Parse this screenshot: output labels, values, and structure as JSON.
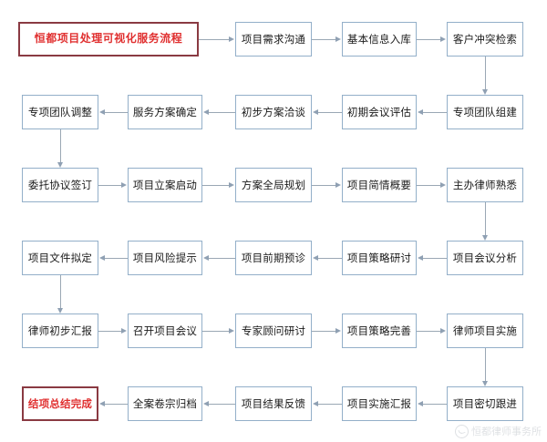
{
  "diagram": {
    "title_node": {
      "label": "恒都项目处理可视化服务流程",
      "accent": true
    },
    "end_node": {
      "label": "结项总结完成",
      "accent": true
    },
    "rows": [
      {
        "index": 1,
        "direction": "left-to-right",
        "nodes": [
          {
            "label": "项目需求沟通",
            "col": 3
          },
          {
            "label": "基本信息入库",
            "col": 4
          },
          {
            "label": "客户冲突检索",
            "col": 5
          }
        ]
      },
      {
        "index": 2,
        "direction": "right-to-left",
        "nodes": [
          {
            "label": "专项团队调整",
            "col": 1
          },
          {
            "label": "服务方案确定",
            "col": 2
          },
          {
            "label": "初步方案洽谈",
            "col": 3
          },
          {
            "label": "初期会议评估",
            "col": 4
          },
          {
            "label": "专项团队组建",
            "col": 5
          }
        ]
      },
      {
        "index": 3,
        "direction": "left-to-right",
        "nodes": [
          {
            "label": "委托协议签订",
            "col": 1
          },
          {
            "label": "项目立案启动",
            "col": 2
          },
          {
            "label": "方案全局规划",
            "col": 3
          },
          {
            "label": "项目简情概要",
            "col": 4
          },
          {
            "label": "主办律师熟悉",
            "col": 5
          }
        ]
      },
      {
        "index": 4,
        "direction": "right-to-left",
        "nodes": [
          {
            "label": "项目文件拟定",
            "col": 1
          },
          {
            "label": "项目风险提示",
            "col": 2
          },
          {
            "label": "项目前期预诊",
            "col": 3
          },
          {
            "label": "项目策略研讨",
            "col": 4
          },
          {
            "label": "项目会议分析",
            "col": 5
          }
        ]
      },
      {
        "index": 5,
        "direction": "left-to-right",
        "nodes": [
          {
            "label": "律师初步汇报",
            "col": 1
          },
          {
            "label": "召开项目会议",
            "col": 2
          },
          {
            "label": "专家顾问研讨",
            "col": 3
          },
          {
            "label": "项目策略完善",
            "col": 4
          },
          {
            "label": "律师项目实施",
            "col": 5
          }
        ]
      },
      {
        "index": 6,
        "direction": "right-to-left",
        "nodes": [
          {
            "label": "结项总结完成",
            "col": 1
          },
          {
            "label": "全案卷宗归档",
            "col": 2
          },
          {
            "label": "项目结果反馈",
            "col": 3
          },
          {
            "label": "项目实施汇报",
            "col": 4
          },
          {
            "label": "项目密切跟进",
            "col": 5
          }
        ]
      }
    ]
  },
  "watermark": {
    "text": "恒都律师事务所"
  },
  "colors": {
    "box_border": "#93afc9",
    "accent_border": "#8a3a42",
    "accent_text": "#e03030",
    "connector": "#9aa7b4",
    "background": "#ffffff",
    "text": "#1a1a1a"
  }
}
